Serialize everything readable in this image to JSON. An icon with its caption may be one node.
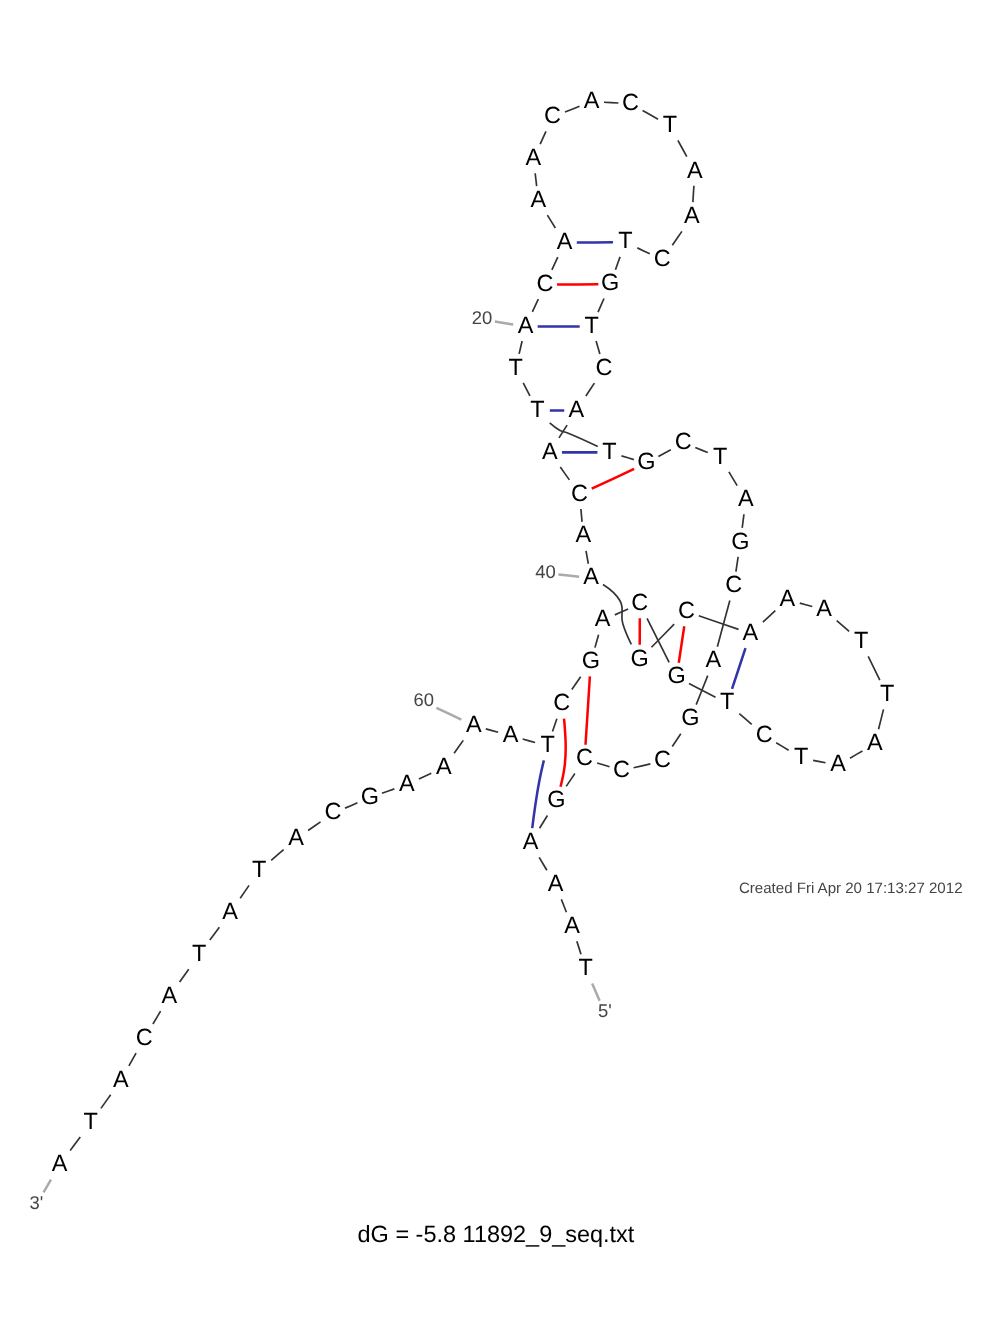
{
  "diagram": {
    "caption": "dG = -5.8 11892_9_seq.txt",
    "nodes": [
      {
        "text": [
          "T"
        ]
      },
      {
        "text": [
          "A"
        ]
      },
      {
        "text": [
          "A"
        ]
      },
      {
        "text": [
          "A"
        ]
      },
      {
        "text": [
          "G"
        ]
      },
      {
        "text": [
          "C"
        ]
      },
      {
        "text": [
          "C"
        ]
      },
      {
        "text": [
          "C"
        ]
      },
      {
        "text": [
          "G"
        ]
      },
      {
        "text": [
          "A"
        ]
      },
      {
        "text": [
          "C"
        ]
      },
      {
        "text": [
          "G"
        ]
      },
      {
        "text": [
          "A"
        ]
      },
      {
        "text": [
          "T"
        ]
      },
      {
        "text": [
          "C"
        ]
      },
      {
        "text": [
          "G"
        ]
      },
      {
        "text": [
          "T"
        ]
      },
      {
        "text": [
          "T"
        ]
      },
      {
        "text": [
          "T"
        ]
      },
      {
        "text": [
          "A"
        ]
      },
      {
        "text": [
          "C"
        ]
      },
      {
        "text": [
          "A"
        ]
      },
      {
        "text": [
          "A"
        ]
      },
      {
        "text": [
          "A"
        ]
      },
      {
        "text": [
          "C"
        ]
      },
      {
        "text": [
          "A"
        ]
      },
      {
        "text": [
          "C"
        ]
      },
      {
        "text": [
          "T"
        ]
      },
      {
        "text": [
          "A"
        ]
      },
      {
        "text": [
          "A"
        ]
      },
      {
        "text": [
          "C"
        ]
      },
      {
        "text": [
          "T"
        ]
      },
      {
        "text": [
          "G"
        ]
      },
      {
        "text": [
          "T"
        ]
      },
      {
        "text": [
          "C"
        ]
      },
      {
        "text": [
          "A"
        ]
      },
      {
        "text": [
          "A"
        ]
      },
      {
        "text": [
          "C"
        ]
      },
      {
        "text": [
          "A"
        ]
      },
      {
        "text": [
          "A"
        ]
      },
      {
        "text": [
          "G"
        ]
      },
      {
        "text": [
          "C"
        ]
      },
      {
        "text": [
          "A"
        ]
      },
      {
        "text": [
          "A"
        ]
      },
      {
        "text": [
          "A"
        ]
      },
      {
        "text": [
          "T"
        ]
      },
      {
        "text": [
          "T"
        ]
      },
      {
        "text": [
          "A"
        ]
      },
      {
        "text": [
          "A"
        ]
      },
      {
        "text": [
          "T"
        ]
      },
      {
        "text": [
          "C"
        ]
      },
      {
        "text": [
          "T"
        ]
      },
      {
        "text": [
          "G"
        ]
      },
      {
        "text": [
          "C"
        ]
      },
      {
        "text": [
          "A"
        ]
      },
      {
        "text": [
          "G"
        ]
      },
      {
        "text": [
          "C"
        ]
      },
      {
        "text": [
          "T"
        ]
      },
      {
        "text": [
          "A"
        ]
      },
      {
        "text": [
          "A"
        ]
      },
      {
        "text": [
          "A"
        ]
      },
      {
        "text": [
          "A"
        ]
      },
      {
        "text": [
          "G"
        ]
      },
      {
        "text": [
          "C"
        ]
      },
      {
        "text": [
          "A"
        ]
      },
      {
        "text": [
          "T"
        ]
      },
      {
        "text": [
          "A"
        ]
      },
      {
        "text": [
          "T"
        ]
      },
      {
        "text": [
          "A"
        ]
      },
      {
        "text": [
          "C"
        ]
      },
      {
        "text": [
          "A"
        ]
      },
      {
        "text": [
          "T"
        ]
      },
      {
        "text": [
          "A"
        ]
      },
      {
        "text": [
          "20"
        ]
      },
      {
        "text": [
          "40"
        ]
      },
      {
        "text": [
          "60"
        ]
      },
      {
        "text": [
          "5'"
        ]
      },
      {
        "text": [
          "3'"
        ]
      }
    ],
    "edges": [
      {
        "from": 0,
        "to": 1,
        "arrow": "none"
      },
      {
        "from": 1,
        "to": 2,
        "arrow": "none"
      },
      {
        "from": 2,
        "to": 3,
        "arrow": "none"
      },
      {
        "from": 3,
        "to": 4,
        "arrow": "none"
      },
      {
        "from": 4,
        "to": 5,
        "arrow": "none"
      },
      {
        "from": 5,
        "to": 6,
        "arrow": "none"
      },
      {
        "from": 6,
        "to": 7,
        "arrow": "none"
      },
      {
        "from": 7,
        "to": 8,
        "arrow": "none"
      },
      {
        "from": 8,
        "to": 9,
        "arrow": "none"
      },
      {
        "from": 9,
        "to": 10,
        "arrow": "none"
      },
      {
        "from": 10,
        "to": 11,
        "arrow": "none"
      },
      {
        "from": 11,
        "to": 12,
        "arrow": "none"
      },
      {
        "from": 12,
        "to": 13,
        "arrow": "none"
      },
      {
        "from": 13,
        "to": 14,
        "arrow": "none"
      },
      {
        "from": 14,
        "to": 15,
        "arrow": "none"
      },
      {
        "from": 15,
        "to": 16,
        "arrow": "none"
      },
      {
        "from": 16,
        "to": 17,
        "arrow": "none"
      },
      {
        "from": 17,
        "to": 18,
        "arrow": "none"
      },
      {
        "from": 18,
        "to": 19,
        "arrow": "none"
      },
      {
        "from": 19,
        "to": 20,
        "arrow": "none"
      },
      {
        "from": 20,
        "to": 21,
        "arrow": "none"
      },
      {
        "from": 21,
        "to": 22,
        "arrow": "none"
      },
      {
        "from": 22,
        "to": 23,
        "arrow": "none"
      },
      {
        "from": 23,
        "to": 24,
        "arrow": "none"
      },
      {
        "from": 24,
        "to": 25,
        "arrow": "none"
      },
      {
        "from": 25,
        "to": 26,
        "arrow": "none"
      },
      {
        "from": 26,
        "to": 27,
        "arrow": "none"
      },
      {
        "from": 27,
        "to": 28,
        "arrow": "none"
      },
      {
        "from": 28,
        "to": 29,
        "arrow": "none"
      },
      {
        "from": 29,
        "to": 30,
        "arrow": "none"
      },
      {
        "from": 30,
        "to": 31,
        "arrow": "none"
      },
      {
        "from": 31,
        "to": 32,
        "arrow": "none"
      },
      {
        "from": 32,
        "to": 33,
        "arrow": "none"
      },
      {
        "from": 33,
        "to": 34,
        "arrow": "none"
      },
      {
        "from": 34,
        "to": 35,
        "arrow": "none"
      },
      {
        "from": 35,
        "to": 36,
        "arrow": "none"
      },
      {
        "from": 36,
        "to": 37,
        "arrow": "none"
      },
      {
        "from": 37,
        "to": 38,
        "arrow": "none"
      },
      {
        "from": 38,
        "to": 39,
        "arrow": "none"
      },
      {
        "from": 39,
        "to": 40,
        "arrow": "none"
      },
      {
        "from": 40,
        "to": 41,
        "arrow": "none"
      },
      {
        "from": 41,
        "to": 42,
        "arrow": "none"
      },
      {
        "from": 42,
        "to": 43,
        "arrow": "none"
      },
      {
        "from": 43,
        "to": 44,
        "arrow": "none"
      },
      {
        "from": 44,
        "to": 45,
        "arrow": "none"
      },
      {
        "from": 45,
        "to": 46,
        "arrow": "none"
      },
      {
        "from": 46,
        "to": 47,
        "arrow": "none"
      },
      {
        "from": 47,
        "to": 48,
        "arrow": "none"
      },
      {
        "from": 48,
        "to": 49,
        "arrow": "none"
      },
      {
        "from": 49,
        "to": 50,
        "arrow": "none"
      },
      {
        "from": 50,
        "to": 51,
        "arrow": "none"
      },
      {
        "from": 51,
        "to": 52,
        "arrow": "none"
      },
      {
        "from": 52,
        "to": 53,
        "arrow": "none"
      },
      {
        "from": 53,
        "to": 54,
        "arrow": "none"
      },
      {
        "from": 54,
        "to": 55,
        "arrow": "none"
      },
      {
        "from": 55,
        "to": 56,
        "arrow": "none"
      },
      {
        "from": 56,
        "to": 57,
        "arrow": "none"
      },
      {
        "from": 57,
        "to": 58,
        "arrow": "none"
      },
      {
        "from": 58,
        "to": 59,
        "arrow": "none"
      },
      {
        "from": 59,
        "to": 60,
        "arrow": "none"
      },
      {
        "from": 60,
        "to": 61,
        "arrow": "none"
      },
      {
        "from": 61,
        "to": 62,
        "arrow": "none"
      },
      {
        "from": 62,
        "to": 63,
        "arrow": "none"
      },
      {
        "from": 63,
        "to": 64,
        "arrow": "none"
      },
      {
        "from": 64,
        "to": 65,
        "arrow": "none"
      },
      {
        "from": 65,
        "to": 66,
        "arrow": "none"
      },
      {
        "from": 66,
        "to": 67,
        "arrow": "none"
      },
      {
        "from": 67,
        "to": 68,
        "arrow": "none"
      },
      {
        "from": 68,
        "to": 69,
        "arrow": "none"
      },
      {
        "from": 69,
        "to": 70,
        "arrow": "none"
      },
      {
        "from": 70,
        "to": 71,
        "arrow": "none"
      },
      {
        "from": 71,
        "to": 72,
        "arrow": "none"
      },
      {
        "from": 3,
        "to": 57,
        "arrow": "none",
        "color": "#3333aa"
      },
      {
        "from": 4,
        "to": 56,
        "arrow": "none",
        "color": "#ff0000"
      },
      {
        "from": 5,
        "to": 55,
        "arrow": "none",
        "color": "#ff0000"
      },
      {
        "from": 15,
        "to": 37,
        "arrow": "none",
        "color": "#ff0000"
      },
      {
        "from": 16,
        "to": 36,
        "arrow": "none",
        "color": "#3333aa"
      },
      {
        "from": 17,
        "to": 35,
        "arrow": "none",
        "color": "#3333aa"
      },
      {
        "from": 19,
        "to": 33,
        "arrow": "none",
        "color": "#3333aa"
      },
      {
        "from": 20,
        "to": 32,
        "arrow": "none",
        "color": "#ff0000"
      },
      {
        "from": 21,
        "to": 31,
        "arrow": "none",
        "color": "#3333aa"
      },
      {
        "from": 40,
        "to": 53,
        "arrow": "none",
        "color": "#ff0000"
      },
      {
        "from": 41,
        "to": 52,
        "arrow": "none",
        "color": "#ff0000"
      },
      {
        "from": 42,
        "to": 51,
        "arrow": "none",
        "color": "#3333aa"
      },
      {
        "from": 73,
        "to": 19,
        "arrow": "none",
        "color": "#aaaaaa"
      },
      {
        "from": 74,
        "to": 39,
        "arrow": "none",
        "color": "#aaaaaa"
      },
      {
        "from": 75,
        "to": 59,
        "arrow": "none",
        "color": "#aaaaaa"
      },
      {
        "from": 76,
        "to": 0,
        "arrow": "none",
        "color": "#aaaaaa"
      },
      {
        "from": 77,
        "to": 72,
        "arrow": "none",
        "color": "#aaaaaa"
      }
    ],
    "labels": [
      "Created Fri Apr 20 17:13:27 2012"
    ]
  }
}
